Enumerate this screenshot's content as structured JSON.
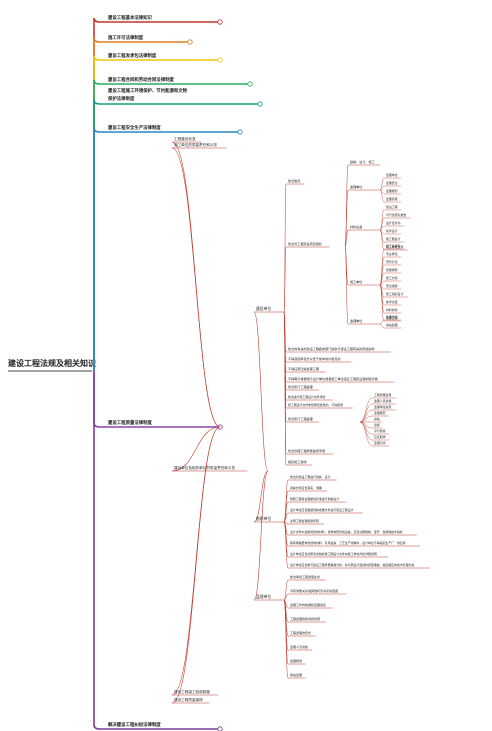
{
  "root": "建设工程法规及相关知识",
  "branches": [
    {
      "label": "建设工程基本法律知识",
      "color": "#c0392b"
    },
    {
      "label": "施工许可法律制度",
      "color": "#e67e22"
    },
    {
      "label": "建设工程发承包法律制度",
      "color": "#f1c40f"
    },
    {
      "label": "建设工程合同和劳动合同法律制度",
      "color": "#27ae60"
    },
    {
      "label": "建设工程施工环境保护、节约能源和文物保护法律制度",
      "color": "#16a085"
    },
    {
      "label": "建设工程安全生产法律制度",
      "color": "#2e86c1"
    },
    {
      "label": "建设工程质量法律制度",
      "color": "#8e44ad"
    },
    {
      "label": "解决建设工程纠纷法律制度",
      "color": "#7d3c98"
    }
  ],
  "quality": {
    "items": [
      "工程建设标准",
      "施工单位的质量责任和义务",
      "建设单位及相关单位的质量责任和义务",
      "建设工程竣工验收制度",
      "建设工程质量保修"
    ],
    "jianshe": {
      "label": "建设单位",
      "yiyuan": {
        "label": "依法发包"
      },
      "zhaobiao": {
        "label": "依法对工程建设项目招标",
        "groups": [
          {
            "label": "勘察、设计、施工",
            "leaves": []
          },
          {
            "label": "监理单位",
            "leaves": [
              "监理单位",
              "监理安全",
              "监理规划",
              "监理实施"
            ]
          },
          {
            "label": "材料设备",
            "leaves": [
              "建设工程",
              "可行性研究报告",
              "设计任务书",
              "初步设计",
              "施工图设计",
              "竣工验收文件"
            ]
          },
          {
            "label": "施工单位",
            "leaves": [
              "施工总承包",
              "专业承包",
              "劳务分包",
              "质量保修",
              "施工方案",
              "安全措施",
              "施工组织设计",
              "技术交底",
              "材料检验",
              "隐蔽工程"
            ]
          },
          {
            "label": "监理单位",
            "leaves": [
              "监理合同",
              "旁站监理"
            ]
          }
        ]
      },
      "bizhi": [
        "依法向有关的建设工程各类部门提供与建设工程有关的原始资料",
        "不得迫使承包方以低于成本的价格竞标",
        "不得任意压缩合理工期",
        "不得明示或者暗示设计单位或者施工单位违反工程建设强制性标准"
      ],
      "biaozhun": [
        "依法进行施工图设计文件审查",
        "施工图设计文件未经审查批准的，不得使用"
      ],
      "extras": [
        "依法实行工程监理",
        "依法办理工程质量监督手续",
        "组织竣工验收",
        "建设单位有关文件的归档"
      ],
      "jianli": {
        "label": "依法实行工程监理",
        "leaves": [
          "工程质量监督",
          "监理人员资格",
          "监理单位资质",
          "监理规范",
          "旁站",
          "巡视",
          "平行检验",
          "见证取样",
          "监理日志"
        ]
      }
    },
    "kancha": {
      "label": "勘察单位",
      "leaves": [
        "依法对建设工程进行勘察、设计",
        "勘察文件应当真实、准确",
        "按照工程建设强制性标准进行勘察设计",
        "设计单位应当根据勘察成果文件进行建设工程设计",
        "注明工程合理使用年限",
        "设计文件中选用的建筑材料、建筑构配件和设备，应当注明规格、型号、性能等技术指标",
        "除有特殊要求的建筑材料、专用设备、工艺生产线等外，设计单位不得指定生产厂、供应商",
        "设计单位应当就审查合格的施工图设计文件向施工单位作出详细说明",
        "设计单位应当参与建设工程质量事故分析，并对因设计造成的质量事故，提出相应的技术处理方案"
      ]
    },
    "jianli2": {
      "label": "监理单位",
      "leaves": [
        "依法承担工程监理业务",
        "对有隶属关系或其他利害关系的回避",
        "监理工作的依据和监理责任",
        "工程监理的职责和权限",
        "工程监理的形式",
        "监理人员资格",
        "监理规划",
        "旁站监理"
      ]
    }
  }
}
